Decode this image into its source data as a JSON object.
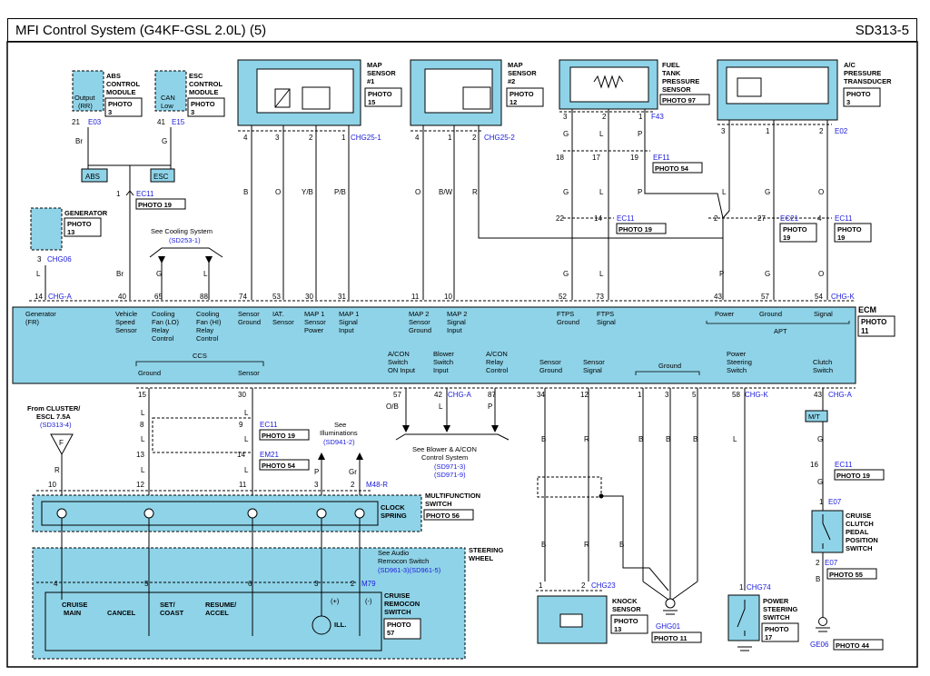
{
  "header": {
    "title": "MFI Control System (G4KF-GSL 2.0L) (5)",
    "code": "SD313-5"
  },
  "components": {
    "abs": {
      "name": [
        "ABS",
        "CONTROL",
        "MODULE"
      ],
      "inner": [
        "Output",
        "(RR)"
      ],
      "photo": [
        "PHOTO",
        "3"
      ],
      "pin": "21",
      "conn": "E03"
    },
    "esc": {
      "name": [
        "ESC",
        "CONTROL",
        "MODULE"
      ],
      "inner": [
        "CAN",
        "Low"
      ],
      "photo": [
        "PHOTO",
        "3"
      ],
      "pin": "41",
      "conn": "E15"
    },
    "generator": {
      "name": "GENERATOR",
      "photo": [
        "PHOTO",
        "13"
      ],
      "pin": "3",
      "conn": "CHG06"
    },
    "map1": {
      "name": [
        "MAP",
        "SENSOR",
        "#1"
      ],
      "photo": [
        "PHOTO",
        "15"
      ],
      "conn": "CHG25-1"
    },
    "map2": {
      "name": [
        "MAP",
        "SENSOR",
        "#2"
      ],
      "photo": [
        "PHOTO",
        "12"
      ],
      "conn": "CHG25-2"
    },
    "ftps": {
      "name": [
        "FUEL",
        "TANK",
        "PRESSURE",
        "SENSOR"
      ],
      "photo": "PHOTO 97",
      "conn": "F43"
    },
    "apt": {
      "name": [
        "A/C",
        "PRESSURE",
        "TRANSDUCER"
      ],
      "photo": [
        "PHOTO",
        "3"
      ],
      "conn": "E02"
    },
    "ecm": {
      "name": "ECM",
      "photo": [
        "PHOTO",
        "11"
      ]
    },
    "clock_spring": {
      "name": [
        "MULTIFUNCTION",
        "SWITCH"
      ],
      "inner": [
        "CLOCK",
        "SPRING"
      ],
      "photo": "PHOTO 56"
    },
    "steering": {
      "name": [
        "STEERING",
        "WHEEL"
      ]
    },
    "cruise_remocon": {
      "name": [
        "CRUISE",
        "REMOCON",
        "SWITCH"
      ],
      "photo": [
        "PHOTO",
        "57"
      ],
      "conn": "M79",
      "switches": [
        "CRUISE MAIN",
        "CANCEL",
        "SET/ COAST",
        "RESUME/ ACCEL"
      ],
      "ill": "ILL.",
      "plus": "(+)",
      "minus": "(-)"
    },
    "knock": {
      "name": [
        "KNOCK",
        "SENSOR"
      ],
      "photo": [
        "PHOTO",
        "13"
      ],
      "conn": "CHG23"
    },
    "ghg01": {
      "ground": "GHG01",
      "photo": "PHOTO 11"
    },
    "psp": {
      "name": [
        "POWER",
        "STEERING",
        "SWITCH"
      ],
      "photo": [
        "PHOTO",
        "17"
      ],
      "conn": "CHG74"
    },
    "clutch": {
      "name": [
        "CRUISE",
        "CLUTCH",
        "PEDAL",
        "POSITION",
        "SWITCH"
      ],
      "conn_top": "E07",
      "conn_bot": "E07",
      "photo": "PHOTO 55"
    },
    "ge06": {
      "ground": "GE06",
      "photo": "PHOTO 44"
    }
  },
  "connectors": {
    "ec11_a": {
      "name": "EC11",
      "photo": "PHOTO 19"
    },
    "ec11_ftps": {
      "name": "EC11",
      "photo": "PHOTO 19"
    },
    "ec21": {
      "name": "EC21",
      "photo": [
        "PHOTO",
        "19"
      ]
    },
    "ec11_apt": {
      "name": "EC11",
      "photo": [
        "PHOTO",
        "19"
      ]
    },
    "ef11": {
      "name": "EF11",
      "photo": "PHOTO 54"
    },
    "ec11_ccs": {
      "name": "EC11",
      "photo": "PHOTO 19"
    },
    "em21": {
      "name": "EM21",
      "photo": "PHOTO 54"
    },
    "m48r": {
      "name": "M48-R"
    },
    "ec11_clutch": {
      "name": "EC11",
      "photo": "PHOTO 19"
    },
    "chga_upper": "CHG-A",
    "chgk_upper": "CHG-K",
    "chga_lower": "CHG-A",
    "chga_blower": "CHG-A",
    "chgk_lower": "CHG-K",
    "chga_clutch": "CHG-A",
    "mt": "M/T"
  },
  "ecm_upper_labels": {
    "generator": [
      "Generator",
      "(FR)"
    ],
    "vss": [
      "Vehicle",
      "Speed",
      "Sensor"
    ],
    "fan_lo": [
      "Cooling",
      "Fan (LO)",
      "Relay",
      "Control"
    ],
    "fan_hi": [
      "Cooling",
      "Fan (HI)",
      "Relay",
      "Control"
    ],
    "sensor_gnd": [
      "Sensor",
      "Ground"
    ],
    "iat": [
      "IAT.",
      "Sensor"
    ],
    "map1_pwr": [
      "MAP 1",
      "Sensor",
      "Power"
    ],
    "map1_sig": [
      "MAP 1",
      "Signal",
      "Input"
    ],
    "map2_gnd": [
      "MAP 2",
      "Sensor",
      "Ground"
    ],
    "map2_sig": [
      "MAP 2",
      "Signal",
      "Input"
    ],
    "ftps_gnd": [
      "FTPS",
      "Ground"
    ],
    "ftps_sig": [
      "FTPS",
      "Signal"
    ],
    "apt_power": "Power",
    "apt_ground": "Ground",
    "apt_signal": "Signal",
    "apt": "APT"
  },
  "ecm_lower_labels": {
    "ccs": "CCS",
    "ground": "Ground",
    "sensor": "Sensor",
    "acon_sw": [
      "A/CON",
      "Switch",
      "ON Input"
    ],
    "blower": [
      "Blower",
      "Switch",
      "Input"
    ],
    "acon_relay": [
      "A/CON",
      "Relay",
      "Control"
    ],
    "sensor_gnd": [
      "Sensor",
      "Ground"
    ],
    "sensor_sig": [
      "Sensor",
      "Signal"
    ],
    "ground2": "Ground",
    "pss": [
      "Power",
      "Steering",
      "Switch"
    ],
    "clutch_sw": [
      "Clutch",
      "Switch"
    ]
  },
  "upper_pins": {
    "gen": "14",
    "vss": "40",
    "fan_lo": "65",
    "fan_hi": "88",
    "p74": "74",
    "p53": "53",
    "p30": "30",
    "p31": "31",
    "p11": "11",
    "p10": "10",
    "p52": "52",
    "p73": "73",
    "p43": "43",
    "p57": "57",
    "p54": "54"
  },
  "lower_pins": {
    "p15": "15",
    "p30": "30",
    "p57": "57",
    "p42": "42",
    "p87": "87",
    "p34": "34",
    "p12": "12",
    "p1": "1",
    "p3": "3",
    "p5": "5",
    "p58": "58",
    "p43": "43"
  },
  "wire_colors": {
    "br": "Br",
    "g": "G",
    "l": "L",
    "b": "B",
    "o": "O",
    "yb": "Y/B",
    "pb": "P/B",
    "bw": "B/W",
    "r": "R",
    "p": "P",
    "ob": "O/B",
    "gr": "Gr"
  },
  "misc": {
    "abs_tag": "ABS",
    "esc_tag": "ESC",
    "see_cooling": "See Cooling System",
    "see_cooling_code": "(SD253-1)",
    "from_cluster": [
      "From CLUSTER/",
      "ESCL 7.5A"
    ],
    "from_cluster_code": "(SD313-4)",
    "fuse": "F",
    "see_illum": [
      "See",
      "Illuminations"
    ],
    "see_illum_code": "(SD941-2)",
    "see_blower": [
      "See Blower & A/CON",
      "Control System"
    ],
    "see_blower_codes": [
      "(SD971-3)",
      "(SD971-9)"
    ],
    "see_audio": [
      "See Audio",
      "Remocon Switch"
    ],
    "see_audio_code": "(SD961-3)(SD961-5)"
  },
  "colors": {
    "component_fill": "#8fd3e8",
    "wire": "#000000",
    "connector_code": "#1a1adc",
    "ecm_fill": "#8fd3e8"
  }
}
